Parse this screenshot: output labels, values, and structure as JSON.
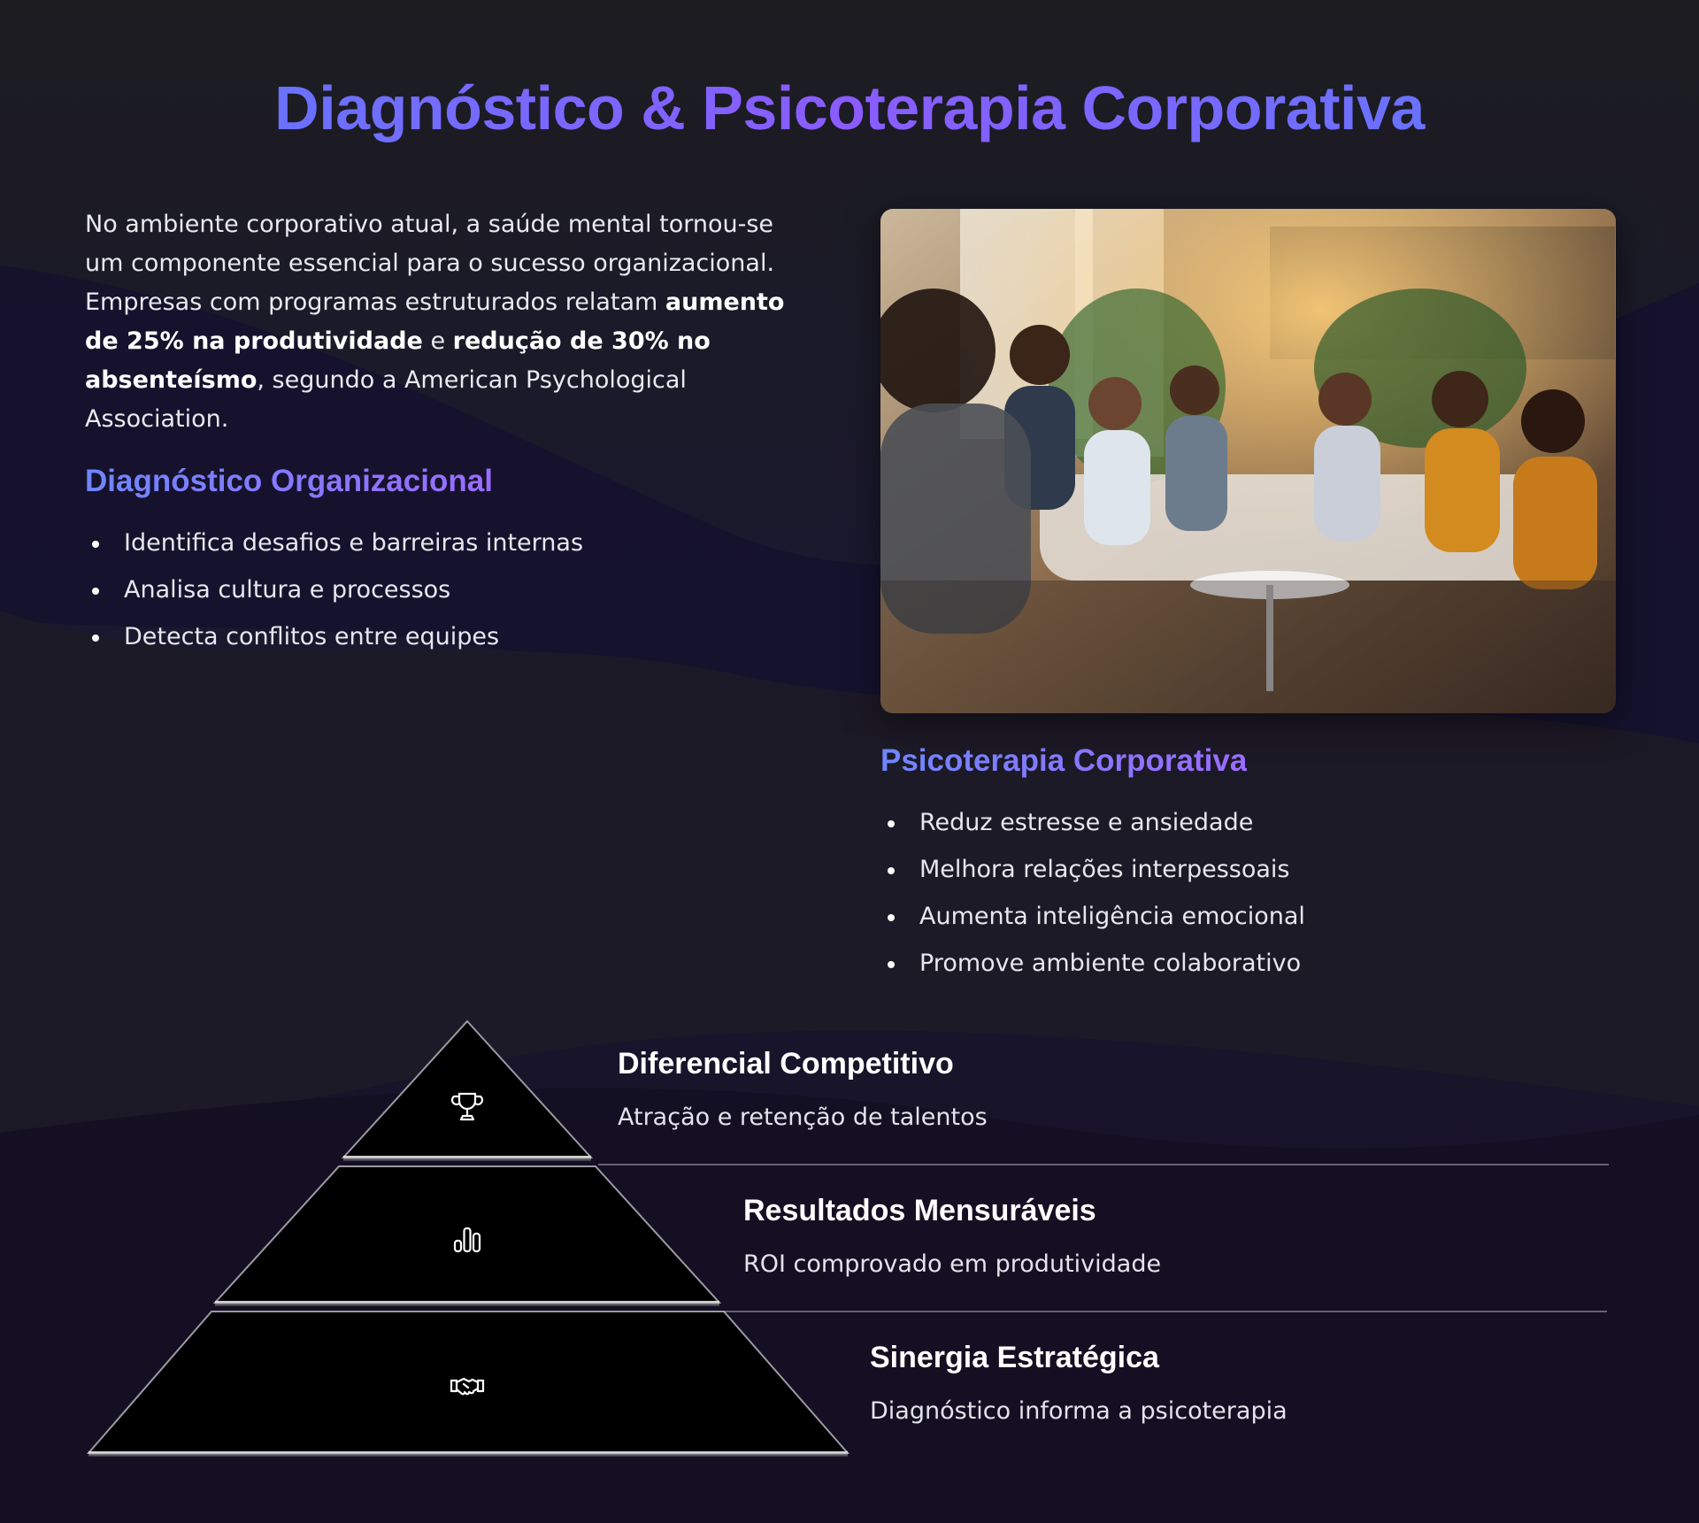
{
  "title": "Diagnóstico & Psicoterapia Corporativa",
  "intro": {
    "part1": "No ambiente corporativo atual, a saúde mental tornou-se um componente essencial para o sucesso organizacional. Empresas com programas estruturados relatam ",
    "bold1": "aumento de 25% na produtividade",
    "part2": " e ",
    "bold2": "redução de 30% no absenteísmo",
    "part3": ", segundo a American Psychological Association."
  },
  "diagnostico": {
    "heading": "Diagnóstico Organizacional",
    "items": [
      "Identifica desafios e barreiras internas",
      "Analisa cultura e processos",
      "Detecta conflitos entre equipes"
    ]
  },
  "psicoterapia": {
    "heading": "Psicoterapia Corporativa",
    "items": [
      "Reduz estresse e ansiedade",
      "Melhora relações interpessoais",
      "Aumenta inteligência emocional",
      "Promove ambiente colaborativo"
    ]
  },
  "pyramid": [
    {
      "title": "Diferencial Competitivo",
      "desc": "Atração e retenção de talentos",
      "icon": "trophy-icon"
    },
    {
      "title": "Resultados Mensuráveis",
      "desc": "ROI comprovado em produtividade",
      "icon": "bar-chart-icon"
    },
    {
      "title": "Sinergia Estratégica",
      "desc": "Diagnóstico informa a psicoterapia",
      "icon": "handshake-icon"
    }
  ],
  "colors": {
    "background": "#1a1a20",
    "accent_blue": "#5b7cff",
    "accent_purple": "#8a5cff",
    "text": "#ececf2"
  }
}
